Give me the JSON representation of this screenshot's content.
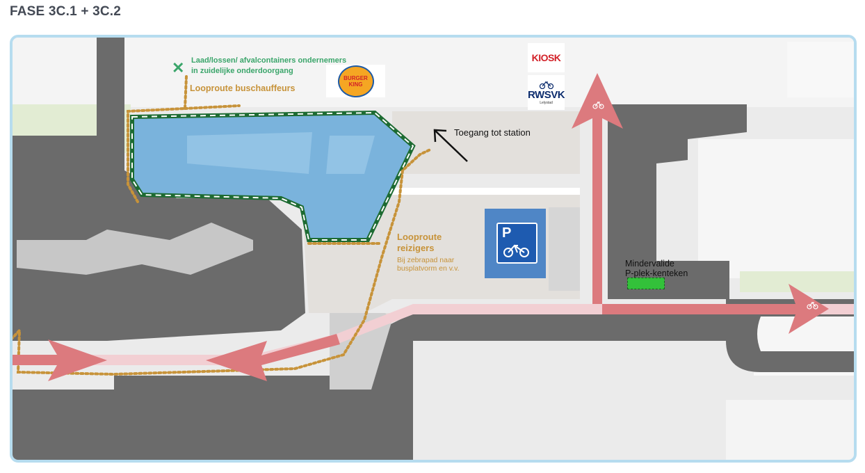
{
  "title": "FASE 3C.1 + 3C.2",
  "labels": {
    "loading": [
      "Laad/lossen/ afvalcontainers ondernemers",
      "in zuidelijke onderdoorgang"
    ],
    "driver_route": "Looproute buschauffeurs",
    "station_access": "Toegang tot station",
    "traveller_route": [
      "Looproute",
      "reizigers"
    ],
    "traveller_note": [
      "Bij zebrapad naar",
      "busplatvorm en v.v."
    ],
    "disabled_parking": [
      "Mindervalide",
      "P-plek-kenteken"
    ]
  },
  "logos": {
    "kiosk": "KIOSK",
    "burger_king": [
      "BURGER",
      "KING"
    ],
    "rwsvk": "RWSVK",
    "rwsvk_sub": "Lelystad"
  },
  "parking_sign": "P",
  "icons": [
    "bicycle-icon",
    "parking-icon",
    "close-icon",
    "arrow-icon"
  ],
  "colors": {
    "bus_platform": "#7ab3dc",
    "bike_path": "#f2cfd3",
    "bike_arrow": "#dc7a7e",
    "walking_route": "#c7933a",
    "platform_border": "#1d6b32",
    "parking_blue": "#4f86c6",
    "road_dark": "#6b6b6b",
    "green_area": "#e2ecd3"
  }
}
